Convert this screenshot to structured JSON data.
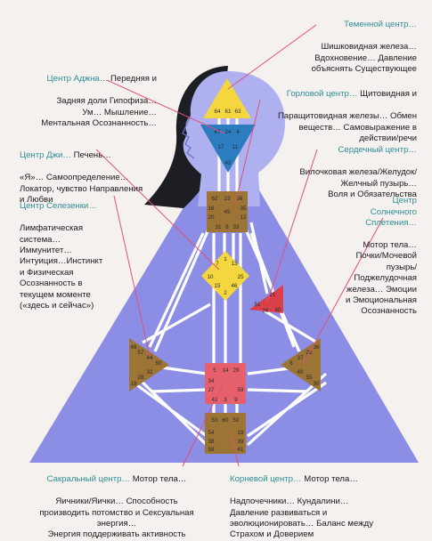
{
  "centers": {
    "head": {
      "title": "Теменной центр…",
      "body": "Шишковидная железа…\nВдохновение… Давление\nобъяснять Существующее",
      "gates": [
        "64",
        "61",
        "63"
      ]
    },
    "ajna": {
      "title": "Центр Аджна…",
      "title_tail": " Передняя и",
      "body": "Задняя доли Гипофиза…\nУм… Мышление…\nМентальная  Осознанность…",
      "gates": [
        "47",
        "24",
        "4",
        "17",
        "11",
        "43"
      ]
    },
    "throat": {
      "title": "Горловой центр…",
      "title_tail": " Щитовидная и",
      "body": "Паращитовидная железы… Обмен\nвеществ… Самовыражение в\nдействии/речи",
      "gates": [
        "62",
        "23",
        "56",
        "16",
        "35",
        "20",
        "31",
        "8",
        "33",
        "12",
        "45"
      ]
    },
    "g": {
      "title": "Центр Джи…",
      "title_tail": " Печень…",
      "body": "«Я»… Самоопределение…\nЛокатор, чувство Направления\nи Любви",
      "gates": [
        "7",
        "1",
        "13",
        "10",
        "25",
        "15",
        "2",
        "46"
      ]
    },
    "heart": {
      "title": "Сердечный центр…",
      "body": "Вилочковая железа/Желудок/\nЖелчный пузырь…\nВоля и Обязательства",
      "gates": [
        "21",
        "51",
        "26",
        "40"
      ]
    },
    "spleen": {
      "title": "Центр Селезенки…",
      "body": "Лимфатическая\nсистема…\nИммунитет…\nИнтуиция…Инстинкт\nи Физическая\nОсознанность в\nтекущем моменте\n(«здесь и сейчас»)",
      "gates": [
        "48",
        "57",
        "44",
        "50",
        "32",
        "28",
        "18"
      ]
    },
    "solar": {
      "title": "Центр\nСолнечного\nСплетения…",
      "body": "Мотор тела…\nПочки/Мочевой\nпузырь/\nПоджелудочная\nжелеза… Эмоции\nи Эмоциональная\nОсознанность",
      "gates": [
        "36",
        "22",
        "37",
        "6",
        "49",
        "55",
        "30"
      ]
    },
    "sacral": {
      "title": "Сакральный центр…",
      "title_tail": " Мотор тела…",
      "body": "Яичники/Яички… Способность\nпроизводить потомство и Сексуальная\nэнергия…\nЭнергия поддерживать активность",
      "gates": [
        "5",
        "14",
        "29",
        "34",
        "27",
        "59",
        "42",
        "3",
        "9"
      ]
    },
    "root": {
      "title": "Корневой центр…",
      "title_tail": " Мотор тела…",
      "body": "Надпочечники… Кундалини…\nДавление развиваться и\nэволюционировать…  Баланс между\nСтрахом и Доверием",
      "gates": [
        "53",
        "60",
        "52",
        "54",
        "38",
        "58",
        "19",
        "39",
        "41"
      ]
    }
  },
  "colors": {
    "triangle": "#8c8ee6",
    "head_silhouette": "#aeb0ef",
    "hair": "#1d1d24",
    "channel": "#ffffff",
    "head_center": "#f4d63f",
    "ajna_center": "#2c7cc0",
    "throat_center": "#9c7435",
    "g_center": "#f4d63f",
    "heart_center": "#d9404a",
    "spleen_center": "#9c7435",
    "solar_center": "#9c7435",
    "sacral_center": "#e65f6c",
    "root_center": "#9c7435",
    "pointer_line": "#e0507a",
    "title_text": "#2f8f95"
  }
}
